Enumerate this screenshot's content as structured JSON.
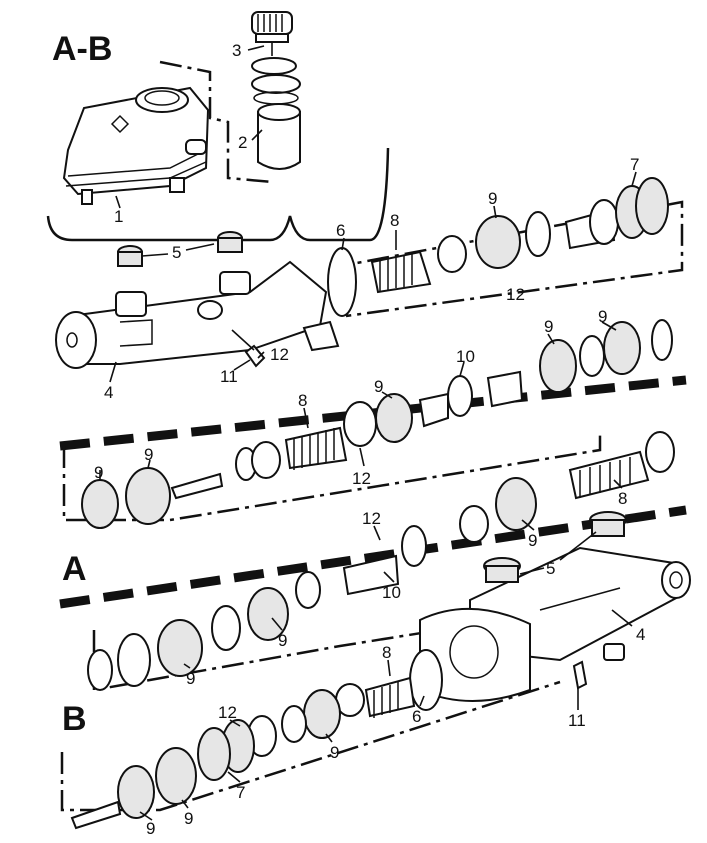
{
  "section_labels": {
    "ab": "A-B",
    "a": "A",
    "b": "B"
  },
  "callouts": {
    "n1": "1",
    "n2": "2",
    "n3": "3",
    "n4": "4",
    "n5": "5",
    "n6": "6",
    "n7": "7",
    "n8": "8",
    "n9": "9",
    "n10": "10",
    "n11": "11",
    "n12": "12"
  },
  "colors": {
    "ink": "#111111",
    "paper": "#ffffff",
    "stipple": "#e6e6e6"
  }
}
